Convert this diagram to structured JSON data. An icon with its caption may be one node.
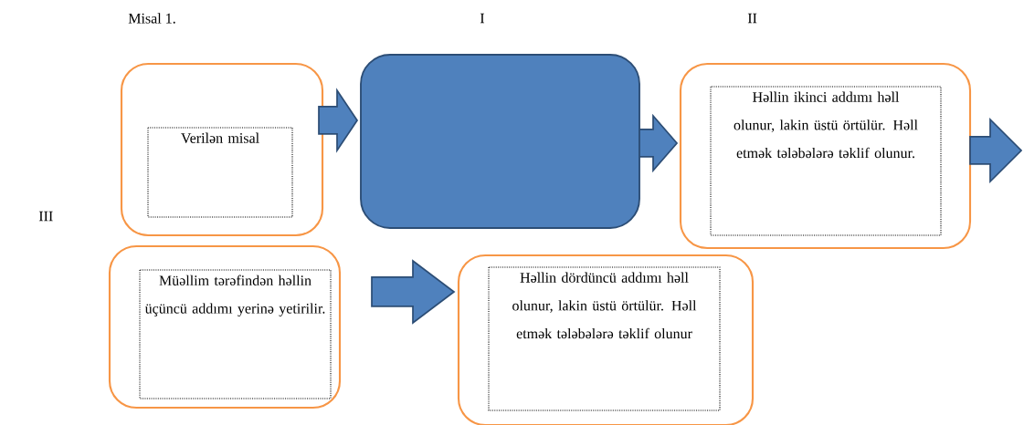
{
  "diagram": {
    "nodes": [
      {
        "text": [
          "Verilən misal"
        ]
      },
      {
        "text": [],
        "shape": "box"
      },
      {
        "text": [
          "Həllin ikinci addımı həll olunur, lakin üstü örtülür. Həll etmək tələbələrə təklif olunur."
        ]
      },
      {
        "text": [
          "Müəllim tərəfindən həllin üçüncü addımı yerinə yetirilir."
        ]
      },
      {
        "text": [
          "Həllin dördüncü addımı həll olunur, lakin üstü örtülür. Həll etmək tələbələrə təklif olunur"
        ]
      }
    ],
    "edges": [
      {
        "from": 0,
        "to": 1,
        "arrow": "to"
      },
      {
        "from": 1,
        "to": 2,
        "arrow": "to"
      },
      {
        "from": 2,
        "to": null,
        "arrow": "to"
      },
      {
        "from": 3,
        "to": 4,
        "arrow": "to"
      }
    ],
    "labels": [
      "Misal 1.",
      "I",
      "II",
      "III"
    ]
  }
}
